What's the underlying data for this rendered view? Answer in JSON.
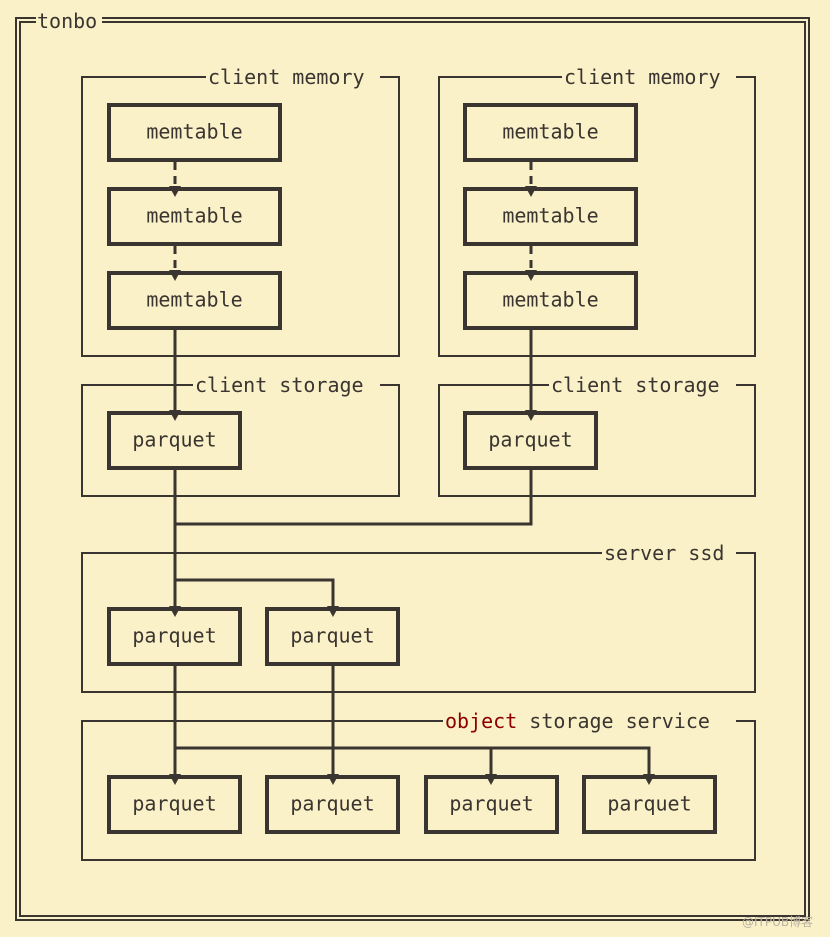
{
  "diagram": {
    "title": "tonbo",
    "colors": {
      "background": "#fbf1c8",
      "line": "#3a3530",
      "highlight": "#8b0000"
    },
    "groups": [
      {
        "id": "client-memory-1",
        "label": "client memory"
      },
      {
        "id": "client-memory-2",
        "label": "client memory"
      },
      {
        "id": "client-storage-1",
        "label": "client storage"
      },
      {
        "id": "client-storage-2",
        "label": "client storage"
      },
      {
        "id": "server-ssd",
        "label": "server ssd"
      },
      {
        "id": "object-storage",
        "label_highlight": "object",
        "label_rest": " storage service"
      }
    ],
    "nodes": [
      {
        "id": "m1a",
        "label": "memtable",
        "group": "client-memory-1"
      },
      {
        "id": "m1b",
        "label": "memtable",
        "group": "client-memory-1"
      },
      {
        "id": "m1c",
        "label": "memtable",
        "group": "client-memory-1"
      },
      {
        "id": "m2a",
        "label": "memtable",
        "group": "client-memory-2"
      },
      {
        "id": "m2b",
        "label": "memtable",
        "group": "client-memory-2"
      },
      {
        "id": "m2c",
        "label": "memtable",
        "group": "client-memory-2"
      },
      {
        "id": "cs1",
        "label": "parquet",
        "group": "client-storage-1"
      },
      {
        "id": "cs2",
        "label": "parquet",
        "group": "client-storage-2"
      },
      {
        "id": "ss1",
        "label": "parquet",
        "group": "server-ssd"
      },
      {
        "id": "ss2",
        "label": "parquet",
        "group": "server-ssd"
      },
      {
        "id": "os1",
        "label": "parquet",
        "group": "object-storage"
      },
      {
        "id": "os2",
        "label": "parquet",
        "group": "object-storage"
      },
      {
        "id": "os3",
        "label": "parquet",
        "group": "object-storage"
      },
      {
        "id": "os4",
        "label": "parquet",
        "group": "object-storage"
      }
    ],
    "edges": [
      {
        "from": "m1a",
        "to": "m1b",
        "style": "dashed"
      },
      {
        "from": "m1b",
        "to": "m1c",
        "style": "dashed"
      },
      {
        "from": "m2a",
        "to": "m2b",
        "style": "dashed"
      },
      {
        "from": "m2b",
        "to": "m2c",
        "style": "dashed"
      },
      {
        "from": "m1c",
        "to": "cs1",
        "style": "solid"
      },
      {
        "from": "m2c",
        "to": "cs2",
        "style": "solid"
      },
      {
        "from": "cs1",
        "to": "ss1",
        "style": "solid"
      },
      {
        "from": "cs1",
        "to": "ss2",
        "style": "solid"
      },
      {
        "from": "cs2",
        "to": "ss1",
        "style": "solid"
      },
      {
        "from": "ss1",
        "to": "os1",
        "style": "solid"
      },
      {
        "from": "ss1",
        "to": "os3",
        "style": "solid"
      },
      {
        "from": "ss1",
        "to": "os4",
        "style": "solid"
      },
      {
        "from": "ss2",
        "to": "os2",
        "style": "solid"
      }
    ],
    "watermark": "@ITPUB博客"
  }
}
